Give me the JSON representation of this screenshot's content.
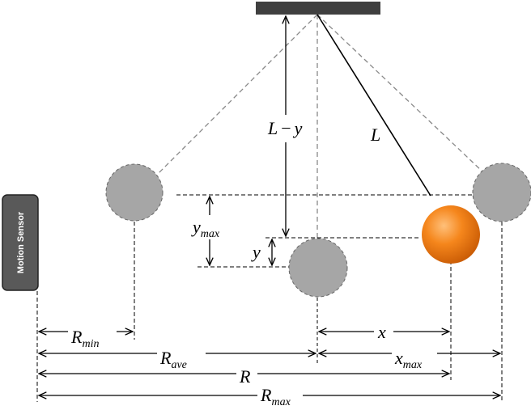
{
  "diagram": {
    "sensor_label": "Motion Sensor",
    "labels": {
      "L_minus_y": {
        "main": "L",
        "op": "−",
        "rest": "y"
      },
      "L": "L",
      "y_max": {
        "base": "y",
        "sub": "max"
      },
      "y": "y",
      "R_min": {
        "base": "R",
        "sub": "min"
      },
      "R_ave": {
        "base": "R",
        "sub": "ave"
      },
      "x": "x",
      "x_max": {
        "base": "x",
        "sub": "max"
      },
      "R": "R",
      "R_max": {
        "base": "R",
        "sub": "max"
      }
    },
    "colors": {
      "support": "#3f3f3f",
      "ghost_bob": "#a6a6a6",
      "bob": "#f07a10",
      "sensor_box": "#595959"
    }
  }
}
